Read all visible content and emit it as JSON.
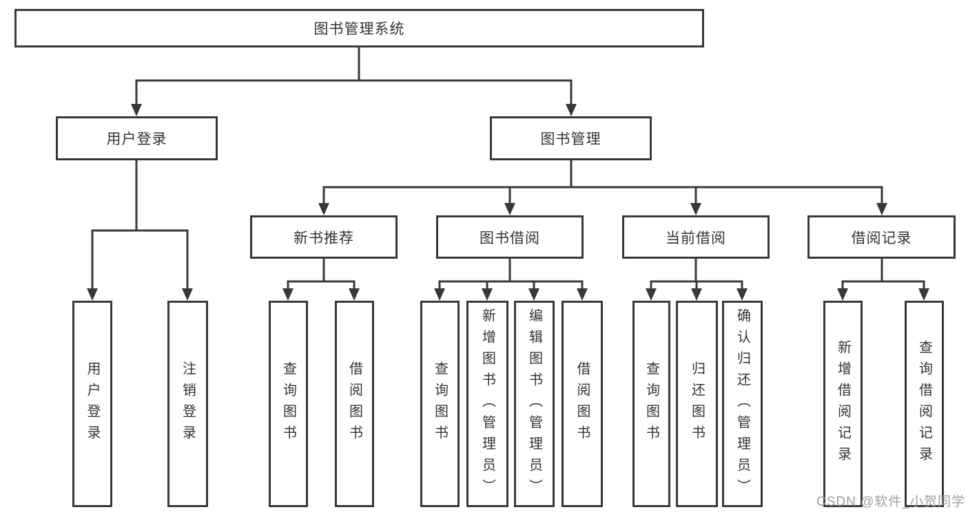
{
  "diagram": {
    "root": {
      "label": "图书管理系统"
    },
    "level2": [
      {
        "label": "用户登录"
      },
      {
        "label": "图书管理"
      }
    ],
    "level3": [
      {
        "label": "新书推荐"
      },
      {
        "label": "图书借阅"
      },
      {
        "label": "当前借阅"
      },
      {
        "label": "借阅记录"
      }
    ],
    "leaves": [
      {
        "label": "用户登录"
      },
      {
        "label": "注销登录"
      },
      {
        "label": "查询图书"
      },
      {
        "label": "借阅图书"
      },
      {
        "label": "查询图书"
      },
      {
        "label": "新增图书（管理员）"
      },
      {
        "label": "编辑图书（管理员）"
      },
      {
        "label": "借阅图书"
      },
      {
        "label": "查询图书"
      },
      {
        "label": "归还图书"
      },
      {
        "label": "确认归还（管理员）"
      },
      {
        "label": "新增借阅记录"
      },
      {
        "label": "查询借阅记录"
      }
    ],
    "watermark": "CSDN @软件_小贺同学",
    "colors": {
      "line": "#383838",
      "text": "#333333",
      "watermark": "#9e9e9e",
      "background": "#ffffff"
    }
  }
}
